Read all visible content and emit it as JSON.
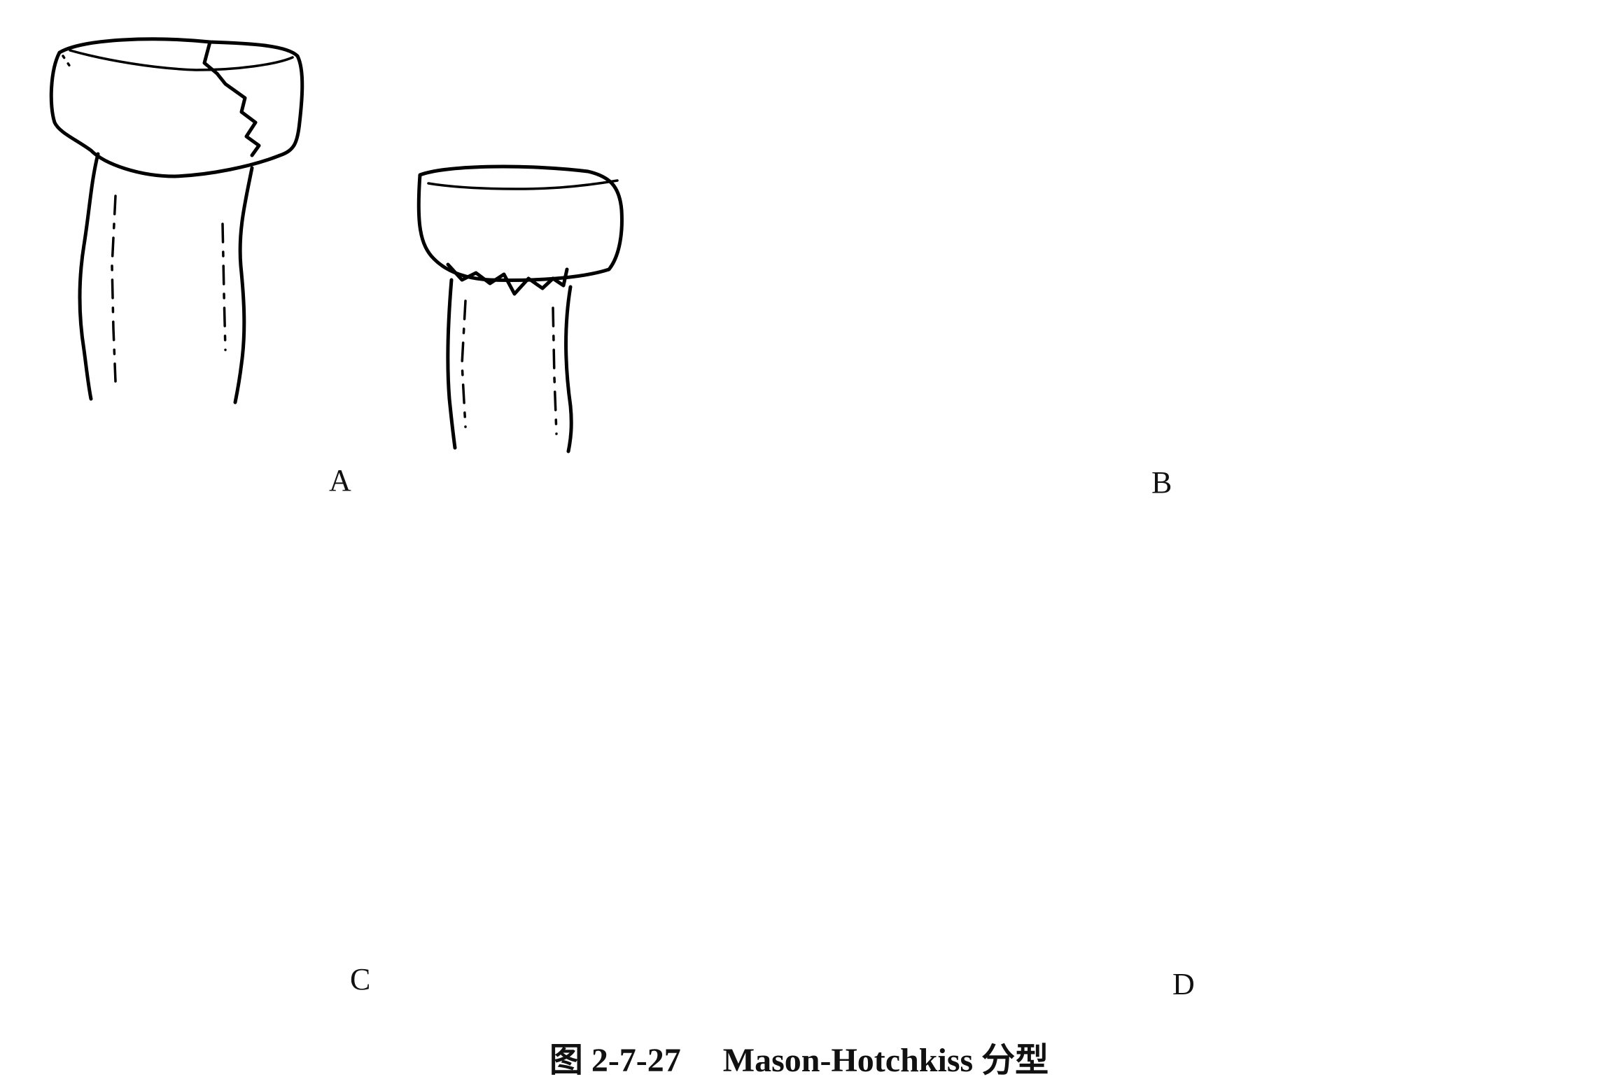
{
  "panels": [
    {
      "id": "A",
      "label": "A"
    },
    {
      "id": "B",
      "label": "B"
    },
    {
      "id": "C",
      "label": "C"
    },
    {
      "id": "D",
      "label": "D"
    }
  ],
  "caption": {
    "figure_number": "图 2-7-27",
    "title": "Mason-Hotchkiss 分型"
  }
}
